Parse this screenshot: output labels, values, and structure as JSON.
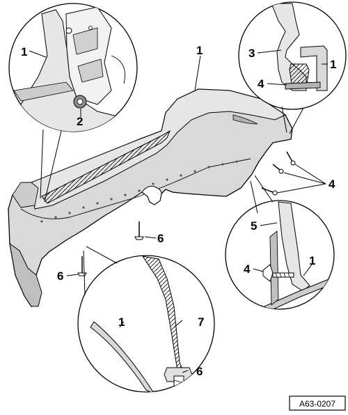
{
  "figure": {
    "reference_code": "A63-0207",
    "callouts": {
      "c1": "1",
      "c2": "2",
      "c3": "3",
      "c4": "4",
      "c5": "5",
      "c6": "6",
      "c7": "7"
    }
  },
  "colors": {
    "ink": "#000000",
    "part_fill": "#d9d9d9",
    "part_shadow": "#a6a6a6",
    "background": "#ffffff"
  }
}
